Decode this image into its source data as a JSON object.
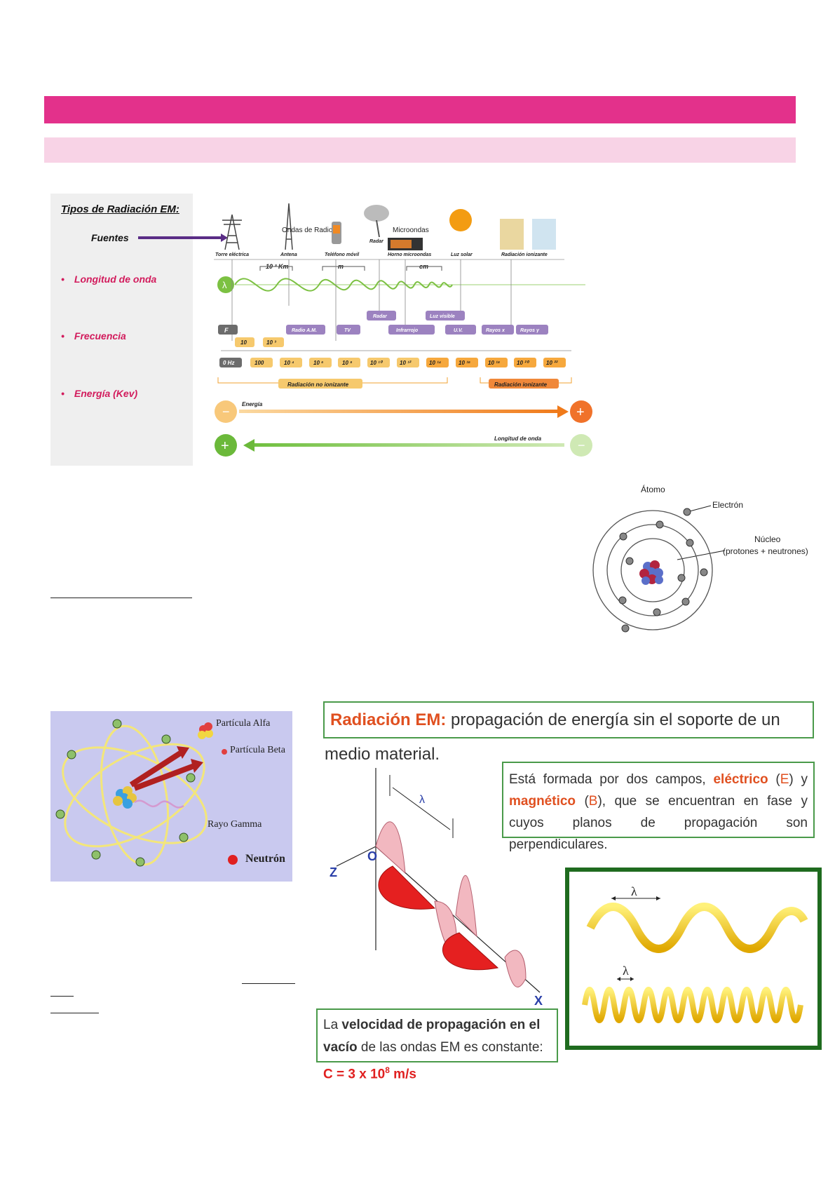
{
  "header": {
    "band1_color": "#e3318b",
    "band2_color": "#f8d3e6"
  },
  "spectrum": {
    "title": "Tipos de Radiación EM:",
    "fuentes": "Fuentes",
    "bullets": [
      "Longitud de onda",
      "Frecuencia",
      "Energía (Kev)"
    ],
    "sources": {
      "ondas_radio": "Ondas de Radio",
      "microondas": "Microondas",
      "torre": "Torre eléctrica",
      "antena": "Antena",
      "telefono": "Teléfono móvil",
      "radar_small": "Radar",
      "horno": "Horno microondas",
      "luz_solar": "Luz solar",
      "ionizante": "Radiación ionizante"
    },
    "wavelength_marks": [
      "10 ³ Km",
      "m",
      "cm"
    ],
    "lambda": "λ",
    "f_label": "F",
    "band_labels": [
      "Radio A.M.",
      "TV",
      "Radar",
      "Infrarrojo",
      "Luz visible",
      "U.V.",
      "Rayos x",
      "Rayos γ"
    ],
    "freq_top": [
      "10",
      "10 ³"
    ],
    "freq_bottom": [
      "0 Hz",
      "100",
      "10 ⁴",
      "10 ⁶",
      "10 ⁸",
      "10 ¹⁰",
      "10 ¹²",
      "10 ¹⁴",
      "10 ¹⁶",
      "10 ¹⁸",
      "10 ²⁰",
      "10 ²²"
    ],
    "no_ionizante": "Radiación no ionizante",
    "ionizante_label": "Radiación ionizante",
    "energia": "Energía",
    "longitud_onda": "Longitud de onda",
    "minus": "−",
    "plus": "+"
  },
  "atom": {
    "title": "Átomo",
    "electron": "Electrón",
    "nucleo": "Núcleo",
    "nucleo_sub": "(protones + neutrones)"
  },
  "decay": {
    "alfa": "Partícula Alfa",
    "beta": "Partícula Beta",
    "gamma": "Rayo Gamma",
    "neutron": "Neutrón"
  },
  "em": {
    "title_a": "Radiación EM:",
    "title_b": " propagación de energía sin el soporte de un medio material.",
    "desc_1": "Está formada por dos campos, ",
    "electrico": "eléctrico",
    "desc_2": " (",
    "e": "E",
    "desc_3": ") y ",
    "magnetico": "magnético",
    "desc_4": " (",
    "b": "B",
    "desc_5": "), que se encuentran en fase y cuyos planos de propagación son perpendiculares.",
    "vel_1": "La ",
    "vel_bold": "velocidad de propagación en el vacío",
    "vel_2": " de las ondas EM es constante: ",
    "vel_c": "C",
    "vel_eq": " = 3 x 10",
    "vel_exp": "8",
    "vel_unit": " m/s",
    "axis_z": "Z",
    "axis_o": "O",
    "axis_x": "X",
    "lambda": "λ"
  }
}
